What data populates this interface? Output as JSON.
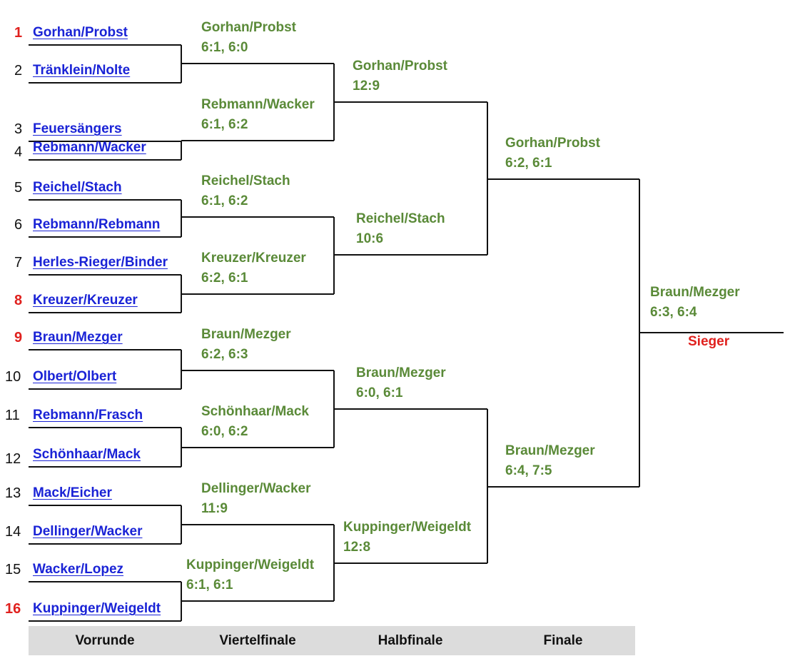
{
  "colors": {
    "seed_highlight": "#e0211e",
    "player_text": "#1a23d6",
    "result_text": "#5a8a38",
    "lines": "#111111",
    "footer_bg": "#dcdcdc",
    "winner_label": "#e0211e"
  },
  "first_round": [
    {
      "seed": "1",
      "name": "Gorhan/Probst",
      "highlight": true
    },
    {
      "seed": "2",
      "name": "Tränklein/Nolte",
      "highlight": false
    },
    {
      "seed": "3",
      "name": "Feuersängers",
      "highlight": false
    },
    {
      "seed": "4",
      "name": "Rebmann/Wacker",
      "highlight": false
    },
    {
      "seed": "5",
      "name": "Reichel/Stach",
      "highlight": false
    },
    {
      "seed": "6",
      "name": "Rebmann/Rebmann",
      "highlight": false
    },
    {
      "seed": "7",
      "name": "Herles-Rieger/Binder",
      "highlight": false
    },
    {
      "seed": "8",
      "name": "Kreuzer/Kreuzer",
      "highlight": true
    },
    {
      "seed": "9",
      "name": "Braun/Mezger",
      "highlight": true
    },
    {
      "seed": "10",
      "name": "Olbert/Olbert",
      "highlight": false
    },
    {
      "seed": "11",
      "name": "Rebmann/Frasch",
      "highlight": false
    },
    {
      "seed": "12",
      "name": "Schönhaar/Mack",
      "highlight": false
    },
    {
      "seed": "13",
      "name": "Mack/Eicher",
      "highlight": false
    },
    {
      "seed": "14",
      "name": "Dellinger/Wacker",
      "highlight": false
    },
    {
      "seed": "15",
      "name": "Wacker/Lopez",
      "highlight": false
    },
    {
      "seed": "16",
      "name": "Kuppinger/Weigeldt",
      "highlight": true
    }
  ],
  "quarterfinals": [
    {
      "winner": "Gorhan/Probst",
      "score": "6:1, 6:0"
    },
    {
      "winner": "Rebmann/Wacker",
      "score": "6:1, 6:2"
    },
    {
      "winner": "Reichel/Stach",
      "score": "6:1, 6:2"
    },
    {
      "winner": "Kreuzer/Kreuzer",
      "score": "6:2, 6:1"
    },
    {
      "winner": "Braun/Mezger",
      "score": "6:2, 6:3"
    },
    {
      "winner": "Schönhaar/Mack",
      "score": "6:0, 6:2"
    },
    {
      "winner": "Dellinger/Wacker",
      "score": "11:9"
    },
    {
      "winner": "Kuppinger/Weigeldt",
      "score": "6:1, 6:1"
    }
  ],
  "semifinals": [
    {
      "winner": "Gorhan/Probst",
      "score": "12:9"
    },
    {
      "winner": "Reichel/Stach",
      "score": "10:6"
    },
    {
      "winner": "Braun/Mezger",
      "score": "6:0, 6:1"
    },
    {
      "winner": "Kuppinger/Weigeldt",
      "score": "12:8"
    }
  ],
  "finals": [
    {
      "winner": "Gorhan/Probst",
      "score": "6:2, 6:1"
    },
    {
      "winner": "Braun/Mezger",
      "score": "6:4, 7:5"
    }
  ],
  "champion": {
    "winner": "Braun/Mezger",
    "score": "6:3, 6:4",
    "label": "Sieger"
  },
  "footer": {
    "rounds": [
      "Vorrunde",
      "Viertelfinale",
      "Halbfinale",
      "Finale"
    ]
  }
}
